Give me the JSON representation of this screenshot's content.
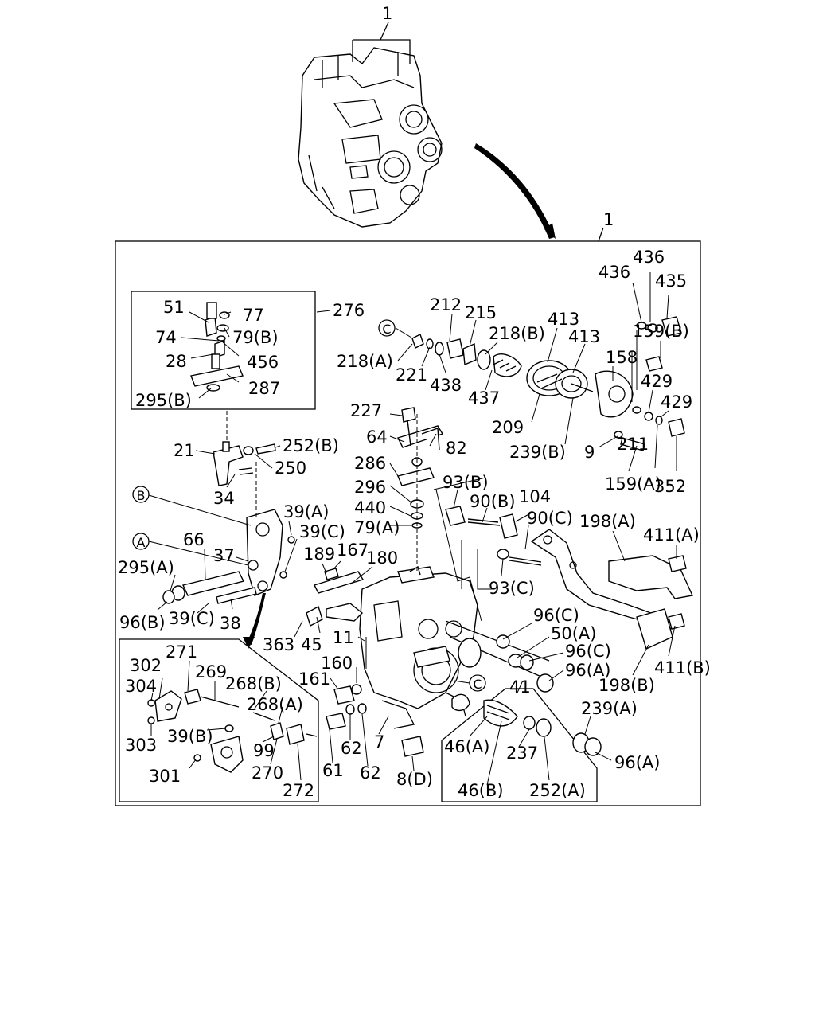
{
  "diagram": {
    "labels": [
      {
        "id": "l_1_top",
        "text": "1"
      },
      {
        "id": "l_1_box",
        "text": "1"
      },
      {
        "id": "l_436a",
        "text": "436"
      },
      {
        "id": "l_436b",
        "text": "436"
      },
      {
        "id": "l_435",
        "text": "435"
      },
      {
        "id": "l_159b",
        "text": "159(B)"
      },
      {
        "id": "l_51",
        "text": "51"
      },
      {
        "id": "l_77",
        "text": "77"
      },
      {
        "id": "l_276",
        "text": "276"
      },
      {
        "id": "l_79b",
        "text": "79(B)"
      },
      {
        "id": "l_74",
        "text": "74"
      },
      {
        "id": "l_28",
        "text": "28"
      },
      {
        "id": "l_456",
        "text": "456"
      },
      {
        "id": "l_287",
        "text": "287"
      },
      {
        "id": "l_295b",
        "text": "295(B)"
      },
      {
        "id": "l_212",
        "text": "212"
      },
      {
        "id": "l_215",
        "text": "215"
      },
      {
        "id": "l_218b",
        "text": "218(B)"
      },
      {
        "id": "l_413a",
        "text": "413"
      },
      {
        "id": "l_413b",
        "text": "413"
      },
      {
        "id": "l_158",
        "text": "158"
      },
      {
        "id": "l_218a",
        "text": "218(A)"
      },
      {
        "id": "l_221",
        "text": "221"
      },
      {
        "id": "l_438",
        "text": "438"
      },
      {
        "id": "l_437",
        "text": "437"
      },
      {
        "id": "l_429a",
        "text": "429"
      },
      {
        "id": "l_429b",
        "text": "429"
      },
      {
        "id": "l_209",
        "text": "209"
      },
      {
        "id": "l_239b",
        "text": "239(B)"
      },
      {
        "id": "l_9",
        "text": "9"
      },
      {
        "id": "l_211",
        "text": "211"
      },
      {
        "id": "l_159a",
        "text": "159(A)"
      },
      {
        "id": "l_352",
        "text": "352"
      },
      {
        "id": "l_227",
        "text": "227"
      },
      {
        "id": "l_64",
        "text": "64"
      },
      {
        "id": "l_82",
        "text": "82"
      },
      {
        "id": "l_286",
        "text": "286"
      },
      {
        "id": "l_296",
        "text": "296"
      },
      {
        "id": "l_440",
        "text": "440"
      },
      {
        "id": "l_79a",
        "text": "79(A)"
      },
      {
        "id": "l_93b",
        "text": "93(B)"
      },
      {
        "id": "l_90b",
        "text": "90(B)"
      },
      {
        "id": "l_104",
        "text": "104"
      },
      {
        "id": "l_90c",
        "text": "90(C)"
      },
      {
        "id": "l_198a",
        "text": "198(A)"
      },
      {
        "id": "l_411a",
        "text": "411(A)"
      },
      {
        "id": "l_21",
        "text": "21"
      },
      {
        "id": "l_252b",
        "text": "252(B)"
      },
      {
        "id": "l_250",
        "text": "250"
      },
      {
        "id": "l_34",
        "text": "34"
      },
      {
        "id": "l_39a",
        "text": "39(A)"
      },
      {
        "id": "l_39c1",
        "text": "39(C)"
      },
      {
        "id": "l_66",
        "text": "66"
      },
      {
        "id": "l_37",
        "text": "37"
      },
      {
        "id": "l_189",
        "text": "189"
      },
      {
        "id": "l_167",
        "text": "167"
      },
      {
        "id": "l_180",
        "text": "180"
      },
      {
        "id": "l_295a",
        "text": "295(A)"
      },
      {
        "id": "l_93c",
        "text": "93(C)"
      },
      {
        "id": "l_96b",
        "text": "96(B)"
      },
      {
        "id": "l_39c2",
        "text": "39(C)"
      },
      {
        "id": "l_38",
        "text": "38"
      },
      {
        "id": "l_96c1",
        "text": "96(C)"
      },
      {
        "id": "l_50a",
        "text": "50(A)"
      },
      {
        "id": "l_96c2",
        "text": "96(C)"
      },
      {
        "id": "l_96a1",
        "text": "96(A)"
      },
      {
        "id": "l_363",
        "text": "363"
      },
      {
        "id": "l_45",
        "text": "45"
      },
      {
        "id": "l_11",
        "text": "11"
      },
      {
        "id": "l_41",
        "text": "41"
      },
      {
        "id": "l_198b",
        "text": "198(B)"
      },
      {
        "id": "l_411b",
        "text": "411(B)"
      },
      {
        "id": "l_271",
        "text": "271"
      },
      {
        "id": "l_302",
        "text": "302"
      },
      {
        "id": "l_269",
        "text": "269"
      },
      {
        "id": "l_268b",
        "text": "268(B)"
      },
      {
        "id": "l_160",
        "text": "160"
      },
      {
        "id": "l_161",
        "text": "161"
      },
      {
        "id": "l_304",
        "text": "304"
      },
      {
        "id": "l_268a",
        "text": "268(A)"
      },
      {
        "id": "l_239a",
        "text": "239(A)"
      },
      {
        "id": "l_303",
        "text": "303"
      },
      {
        "id": "l_39b",
        "text": "39(B)"
      },
      {
        "id": "l_99",
        "text": "99"
      },
      {
        "id": "l_61",
        "text": "61"
      },
      {
        "id": "l_62a",
        "text": "62"
      },
      {
        "id": "l_7",
        "text": "7"
      },
      {
        "id": "l_46a",
        "text": "46(A)"
      },
      {
        "id": "l_237",
        "text": "237"
      },
      {
        "id": "l_96a2",
        "text": "96(A)"
      },
      {
        "id": "l_301",
        "text": "301"
      },
      {
        "id": "l_270",
        "text": "270"
      },
      {
        "id": "l_272",
        "text": "272"
      },
      {
        "id": "l_62b",
        "text": "62"
      },
      {
        "id": "l_8d",
        "text": "8(D)"
      },
      {
        "id": "l_46b",
        "text": "46(B)"
      },
      {
        "id": "l_252a",
        "text": "252(A)"
      }
    ],
    "callouts": [
      {
        "id": "c_C1",
        "text": "C"
      },
      {
        "id": "c_B",
        "text": "B"
      },
      {
        "id": "c_A",
        "text": "A"
      },
      {
        "id": "c_C2",
        "text": "C"
      }
    ]
  }
}
